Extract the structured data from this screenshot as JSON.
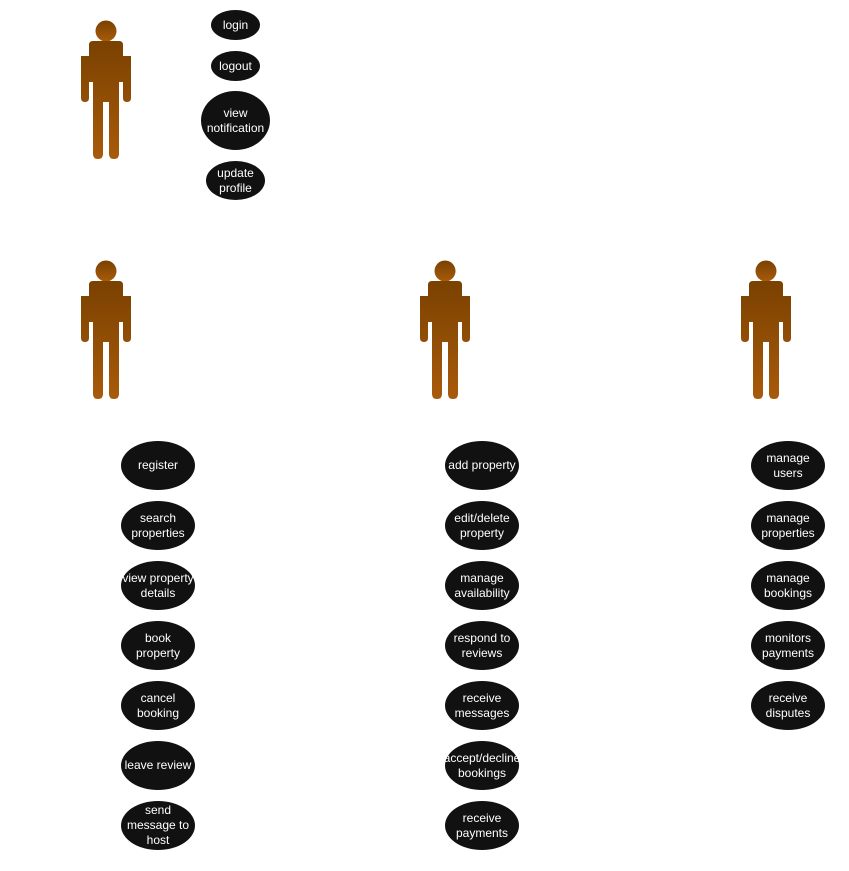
{
  "diagram": {
    "actor_color_top": "#7a4100",
    "actor_color_bottom": "#a85a0a",
    "usecase_fill": "#111111",
    "usecase_text_color": "#ffffff",
    "common": {
      "use_cases": [
        "login",
        "logout",
        "view\nnotification",
        "update\nprofile"
      ]
    },
    "guest": {
      "use_cases": [
        "register",
        "search\nproperties",
        "view property\ndetails",
        "book\nproperty",
        "cancel\nbooking",
        "leave review",
        "send\nmessage to\nhost"
      ]
    },
    "host": {
      "use_cases": [
        "add property",
        "edit/delete\nproperty",
        "manage\navailability",
        "respond to\nreviews",
        "receive\nmessages",
        "accept/decline\nbookings",
        "receive\npayments"
      ]
    },
    "admin": {
      "use_cases": [
        "manage\nusers",
        "manage\nproperties",
        "manage\nbookings",
        "monitors\npayments",
        "receive\ndisputes"
      ]
    }
  }
}
